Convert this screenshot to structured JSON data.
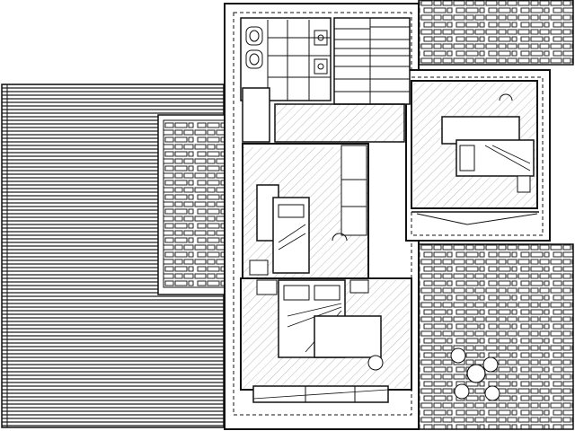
{
  "drawing": {
    "kind": "architectural floor plan",
    "colors": {
      "line": "#111111",
      "background": "#ffffff",
      "hatch": "#9a9a9a",
      "stone": "#222222"
    },
    "rooms": [
      {
        "id": "bathroom",
        "fixtures": [
          "toilet",
          "bidet",
          "sink",
          "sink"
        ]
      },
      {
        "id": "stair"
      },
      {
        "id": "hall"
      },
      {
        "id": "bedroom-north-east",
        "fixtures": [
          "single-bed",
          "desk",
          "chair"
        ]
      },
      {
        "id": "bedroom-center",
        "fixtures": [
          "single-bed",
          "desk",
          "wardrobe",
          "chair"
        ]
      },
      {
        "id": "bedroom-south",
        "fixtures": [
          "double-bed",
          "desk",
          "chair",
          "wardrobe"
        ]
      }
    ],
    "exterior": [
      "wood-deck",
      "stone-paving-west",
      "stone-paving-north-east",
      "stone-paving-south-east",
      "patio-table-with-four-chairs"
    ]
  }
}
